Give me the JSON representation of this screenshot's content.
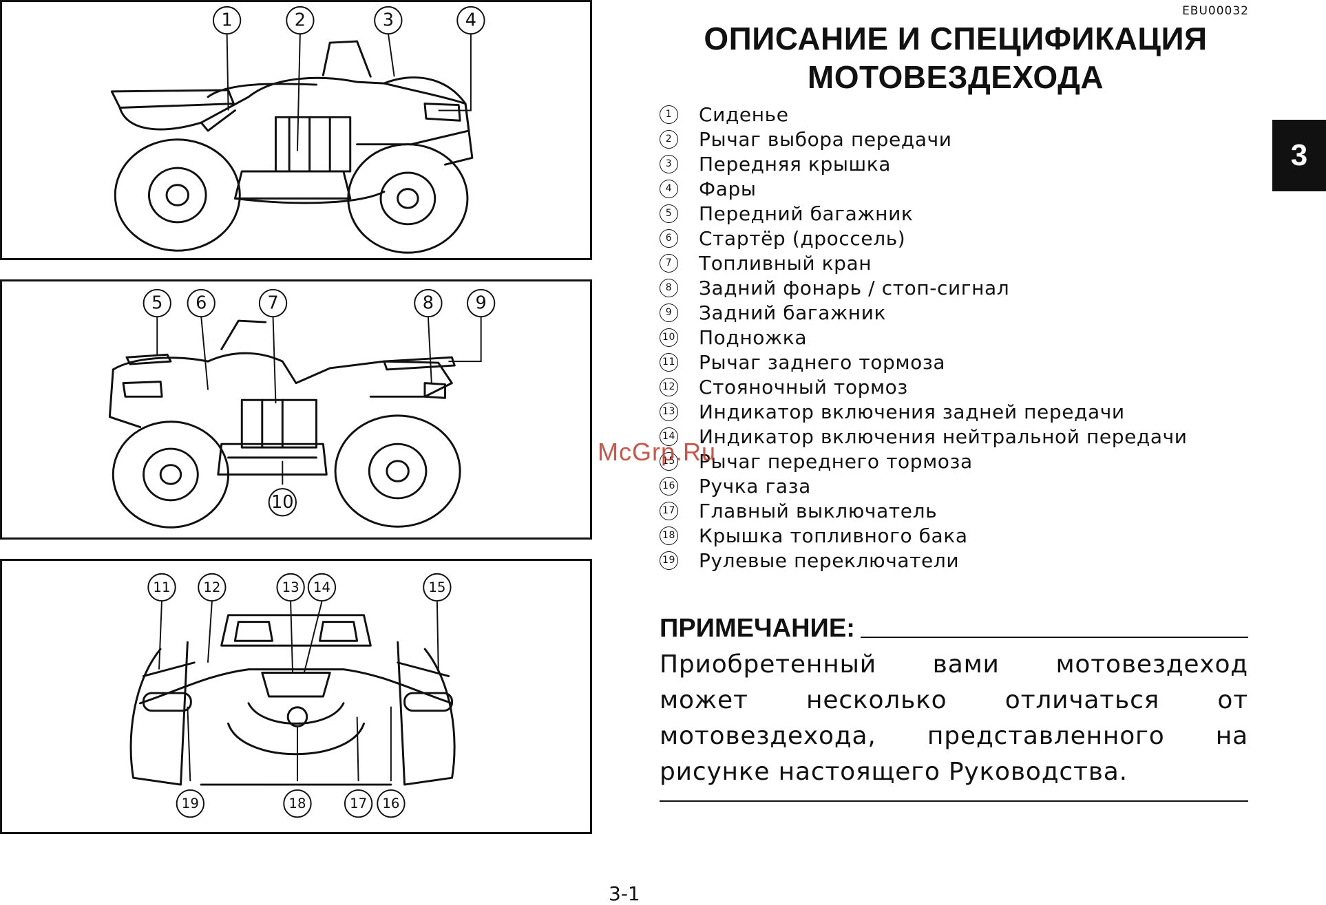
{
  "doc_code": "EBU00032",
  "title_line1": "ОПИСАНИЕ И СПЕЦИФИКАЦИЯ",
  "title_line2": "МОТОВЕЗДЕХОДА",
  "chapter_tab": "3",
  "legend": [
    {
      "num": "1",
      "label": "Сиденье"
    },
    {
      "num": "2",
      "label": "Рычаг выбора передачи"
    },
    {
      "num": "3",
      "label": "Передняя крышка"
    },
    {
      "num": "4",
      "label": "Фары"
    },
    {
      "num": "5",
      "label": "Передний багажник"
    },
    {
      "num": "6",
      "label": "Стартёр (дроссель)"
    },
    {
      "num": "7",
      "label": "Топливный кран"
    },
    {
      "num": "8",
      "label": "Задний фонарь / стоп-сигнал"
    },
    {
      "num": "9",
      "label": "Задний багажник"
    },
    {
      "num": "10",
      "label": "Подножка"
    },
    {
      "num": "11",
      "label": "Рычаг заднего тормоза"
    },
    {
      "num": "12",
      "label": "Стояночный тормоз"
    },
    {
      "num": "13",
      "label": "Индикатор включения задней передачи"
    },
    {
      "num": "14",
      "label": "Индикатор включения нейтральной передачи"
    },
    {
      "num": "15",
      "label": "Рычаг переднего тормоза"
    },
    {
      "num": "16",
      "label": "Ручка газа"
    },
    {
      "num": "17",
      "label": "Главный выключатель"
    },
    {
      "num": "18",
      "label": "Крышка топливного бака"
    },
    {
      "num": "19",
      "label": "Рулевые переключатели"
    }
  ],
  "note": {
    "heading": "ПРИМЕЧАНИЕ:",
    "text": "Приобретенный вами мотовездеход может несколько отличаться от мотовездехода, представленного на рисунке настоящего Руководства."
  },
  "page_number": "3-1",
  "watermark": "McGrp.Ru",
  "figures": {
    "side_left": {
      "callouts": [
        "1",
        "2",
        "3",
        "4"
      ]
    },
    "side_right": {
      "callouts": [
        "5",
        "6",
        "7",
        "8",
        "9",
        "10"
      ]
    },
    "handlebar": {
      "callouts": [
        "11",
        "12",
        "13",
        "14",
        "15",
        "19",
        "18",
        "17",
        "16"
      ]
    }
  }
}
